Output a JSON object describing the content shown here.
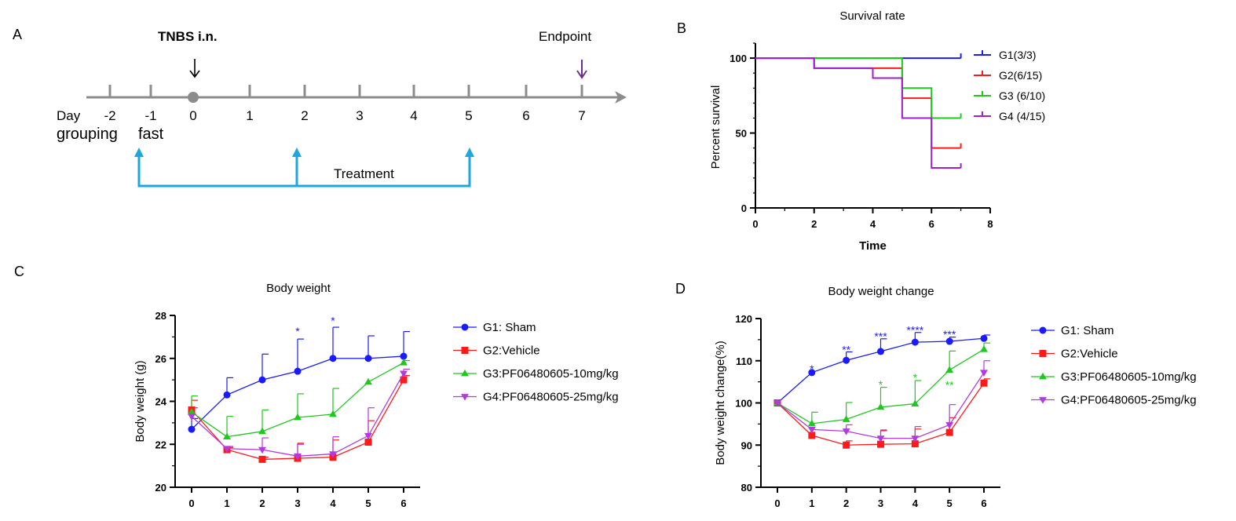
{
  "panels": {
    "A": {
      "label": "A",
      "day_label": "Day",
      "days": [
        "-2",
        "-1",
        "0",
        "1",
        "2",
        "3",
        "4",
        "5",
        "6",
        "7"
      ],
      "tnbs_label": "TNBS i.n.",
      "endpoint_label": "Endpoint",
      "grouping_label": "grouping",
      "fast_label": "fast",
      "treatment_label": "Treatment",
      "colors": {
        "axis": "#8c8c8c",
        "treatment": "#1ea6df",
        "endpoint_arrow": "#6a2e8f",
        "tnbs_arrow": "#000000"
      }
    },
    "B": {
      "label": "B"
    },
    "C": {
      "label": "C"
    },
    "D": {
      "label": "D"
    }
  },
  "chart_data": [
    {
      "id": "B",
      "type": "line",
      "subtype": "survival-step",
      "title": "Survival rate",
      "xlabel": "Time",
      "ylabel": "Percent survival",
      "xlim": [
        0,
        8
      ],
      "ylim": [
        0,
        110
      ],
      "xticks": [
        0,
        2,
        4,
        6,
        8
      ],
      "yticks": [
        0,
        50,
        100
      ],
      "legend_position": "right",
      "series": [
        {
          "name": "G1(3/3)",
          "color": "#1a1aff",
          "steps": [
            [
              0,
              100
            ],
            [
              7,
              100
            ]
          ]
        },
        {
          "name": "G2(6/15)",
          "color": "#ff1a1a",
          "steps": [
            [
              0,
              100
            ],
            [
              2,
              93.3
            ],
            [
              5,
              73.3
            ],
            [
              6,
              40
            ],
            [
              7,
              40
            ]
          ]
        },
        {
          "name": "G3 (6/10)",
          "color": "#1fc81f",
          "steps": [
            [
              0,
              100
            ],
            [
              5,
              80
            ],
            [
              6,
              60
            ],
            [
              7,
              60
            ]
          ]
        },
        {
          "name": "G4 (4/15)",
          "color": "#a020c8",
          "steps": [
            [
              0,
              100
            ],
            [
              2,
              93.3
            ],
            [
              4,
              86.7
            ],
            [
              5,
              60
            ],
            [
              6,
              26.7
            ],
            [
              7,
              26.7
            ]
          ]
        }
      ]
    },
    {
      "id": "C",
      "type": "line",
      "title": "Body weight",
      "xlabel": "",
      "ylabel": "Body weight (g)",
      "x": [
        0,
        1,
        2,
        3,
        4,
        5,
        6
      ],
      "xticks": [
        0,
        1,
        2,
        3,
        4,
        5,
        6
      ],
      "yticks": [
        20,
        22,
        24,
        26,
        28
      ],
      "ylim": [
        20,
        28
      ],
      "legend_position": "right",
      "series": [
        {
          "name": "G1: Sham",
          "color": "#1a1aff",
          "marker": "circle",
          "values": [
            22.7,
            24.3,
            25.0,
            25.4,
            26.0,
            26.0,
            26.1
          ],
          "errors": [
            0.5,
            0.8,
            1.2,
            1.5,
            1.45,
            1.05,
            1.15
          ]
        },
        {
          "name": "G2:Vehicle",
          "color": "#ff1a1a",
          "marker": "square",
          "values": [
            23.6,
            21.75,
            21.3,
            21.35,
            21.4,
            22.1,
            25.0
          ],
          "errors": [
            0.45,
            0.1,
            0.1,
            0.7,
            0.8,
            1.0,
            0.2
          ]
        },
        {
          "name": "G3:PF06480605-10mg/kg",
          "color": "#1fc81f",
          "marker": "triangle-up",
          "values": [
            23.5,
            22.35,
            22.6,
            23.25,
            23.4,
            24.9,
            25.8
          ],
          "errors": [
            0.75,
            0.95,
            1.0,
            1.1,
            1.2,
            0.0,
            0.1
          ]
        },
        {
          "name": "G4:PF06480605-25mg/kg",
          "color": "#b23ae0",
          "marker": "triangle-down",
          "values": [
            23.3,
            21.8,
            21.75,
            21.45,
            21.55,
            22.4,
            25.3
          ],
          "errors": [
            0.4,
            0.1,
            0.55,
            0.55,
            0.8,
            1.3,
            0.2
          ]
        }
      ],
      "annotations": [
        {
          "x": 3,
          "y": 27.3,
          "text": "*",
          "color": "#1a1aff"
        },
        {
          "x": 4,
          "y": 27.8,
          "text": "*",
          "color": "#1a1aff"
        }
      ]
    },
    {
      "id": "D",
      "type": "line",
      "title": "Body weight change",
      "xlabel": "",
      "ylabel": "Body weight change(%)",
      "x": [
        0,
        1,
        2,
        3,
        4,
        5,
        6
      ],
      "xticks": [
        0,
        1,
        2,
        3,
        4,
        5,
        6
      ],
      "yticks": [
        80,
        90,
        100,
        110,
        120
      ],
      "ylim": [
        80,
        120
      ],
      "legend_position": "right",
      "series": [
        {
          "name": "G1: Sham",
          "color": "#1a1aff",
          "marker": "circle",
          "values": [
            100,
            107.2,
            110.1,
            112.2,
            114.4,
            114.6,
            115.3
          ],
          "errors": [
            0,
            0,
            2.0,
            3.0,
            2.3,
            1.0,
            0.8
          ]
        },
        {
          "name": "G2:Vehicle",
          "color": "#ff1a1a",
          "marker": "square",
          "values": [
            100,
            92.3,
            90.0,
            90.2,
            90.3,
            93.0,
            104.7
          ],
          "errors": [
            0,
            0,
            1.0,
            3.2,
            3.5,
            3.5,
            1.0
          ]
        },
        {
          "name": "G3:PF06480605-10mg/kg",
          "color": "#1fc81f",
          "marker": "triangle-up",
          "values": [
            100,
            95.1,
            96.1,
            99.0,
            99.8,
            107.8,
            112.7
          ],
          "errors": [
            0,
            2.7,
            4.0,
            4.7,
            5.5,
            4.5,
            1.5
          ]
        },
        {
          "name": "G4:PF06480605-25mg/kg",
          "color": "#b23ae0",
          "marker": "triangle-down",
          "values": [
            100,
            93.7,
            93.3,
            91.6,
            91.6,
            94.8,
            107.2
          ],
          "errors": [
            0,
            0,
            1.5,
            2.0,
            2.8,
            4.8,
            2.8
          ]
        }
      ],
      "annotations": [
        {
          "x": 1,
          "y": 108.3,
          "text": "*",
          "color": "#1a1aff"
        },
        {
          "x": 2,
          "y": 112.8,
          "text": "**",
          "color": "#1a1aff"
        },
        {
          "x": 3,
          "y": 116.0,
          "text": "***",
          "color": "#1a1aff"
        },
        {
          "x": 4,
          "y": 117.5,
          "text": "****",
          "color": "#1a1aff"
        },
        {
          "x": 5,
          "y": 116.5,
          "text": "***",
          "color": "#1a1aff"
        },
        {
          "x": 3,
          "y": 104.6,
          "text": "*",
          "color": "#1fc81f"
        },
        {
          "x": 4,
          "y": 106.2,
          "text": "*",
          "color": "#1fc81f"
        },
        {
          "x": 5,
          "y": 104.5,
          "text": "**",
          "color": "#1fc81f"
        }
      ]
    }
  ]
}
